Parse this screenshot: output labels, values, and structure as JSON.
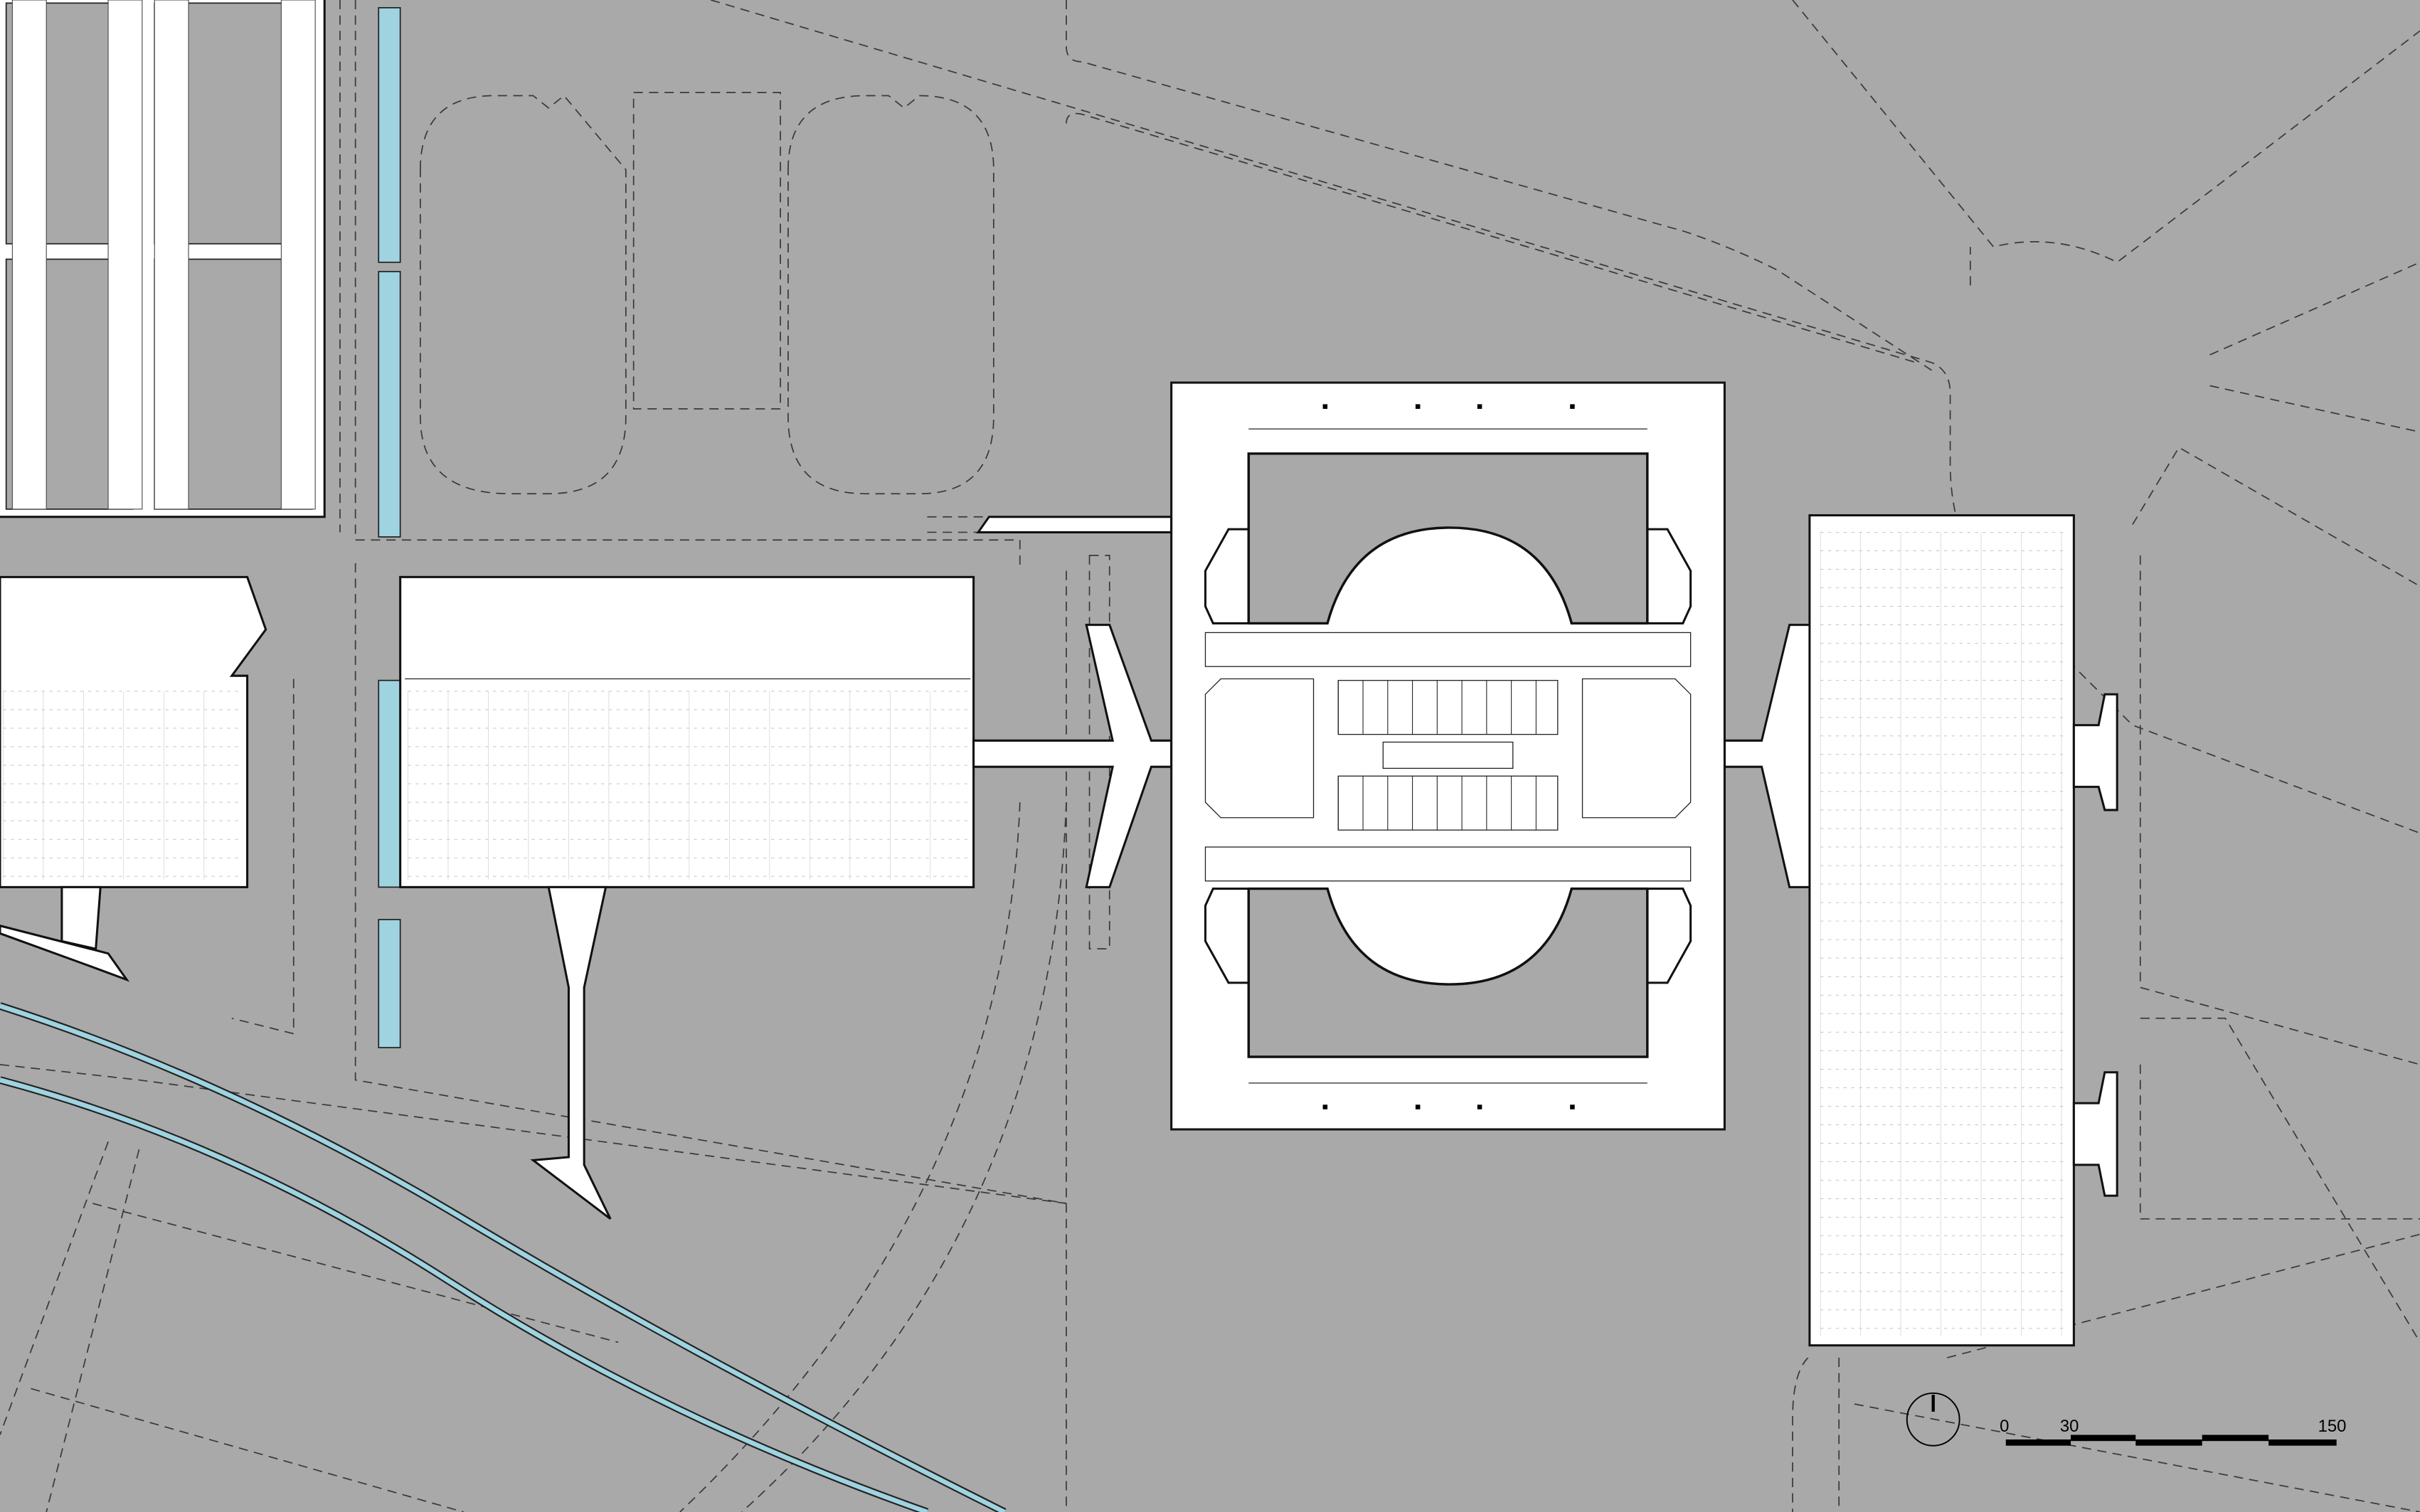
{
  "plan": {
    "colors": {
      "ground": "#a9a9a9",
      "building": "#ffffff",
      "water": "#9fd3e0",
      "line": "#111111"
    }
  },
  "scale_bar": {
    "labels": [
      "0",
      "30",
      "150"
    ]
  },
  "north_arrow": {
    "icon": "north-arrow-icon"
  }
}
